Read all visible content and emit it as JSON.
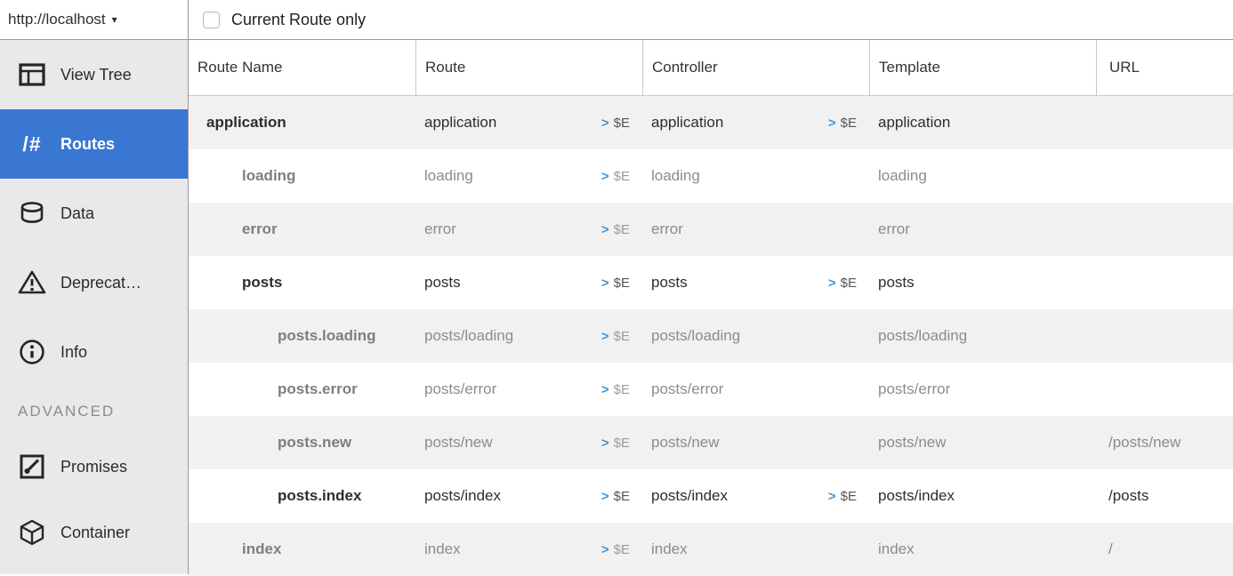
{
  "topbar": {
    "host": "http://localhost",
    "caret": "▾",
    "filter_label": "Current Route only",
    "checkbox_checked": false
  },
  "sidebar": {
    "items": [
      {
        "label": "View Tree",
        "icon": "view-tree-icon",
        "active": false
      },
      {
        "label": "Routes",
        "icon": "routes-icon",
        "icon_glyph": "/#",
        "active": true
      },
      {
        "label": "Data",
        "icon": "database-icon",
        "active": false
      },
      {
        "label": "Deprecat…",
        "icon": "warning-triangle-icon",
        "active": false
      },
      {
        "label": "Info",
        "icon": "info-circle-icon",
        "active": false
      }
    ],
    "section_label": "ADVANCED",
    "advanced_items": [
      {
        "label": "Promises",
        "icon": "stopwatch-icon"
      },
      {
        "label": "Container",
        "icon": "cube-icon"
      }
    ]
  },
  "table": {
    "columns": [
      "Route Name",
      "Route",
      "Controller",
      "Template",
      "URL"
    ],
    "inspect": {
      "chevron": ">",
      "label": "$E"
    },
    "rows": [
      {
        "name": "application",
        "indent": 0,
        "active": true,
        "route": "application",
        "controller": "application",
        "controller_inspect": true,
        "template": "application",
        "url": ""
      },
      {
        "name": "loading",
        "indent": 1,
        "active": false,
        "route": "loading",
        "controller": "loading",
        "controller_inspect": false,
        "template": "loading",
        "url": ""
      },
      {
        "name": "error",
        "indent": 1,
        "active": false,
        "route": "error",
        "controller": "error",
        "controller_inspect": false,
        "template": "error",
        "url": ""
      },
      {
        "name": "posts",
        "indent": 1,
        "active": true,
        "route": "posts",
        "controller": "posts",
        "controller_inspect": true,
        "template": "posts",
        "url": ""
      },
      {
        "name": "posts.loading",
        "indent": 2,
        "active": false,
        "route": "posts/loading",
        "controller": "posts/loading",
        "controller_inspect": false,
        "template": "posts/loading",
        "url": ""
      },
      {
        "name": "posts.error",
        "indent": 2,
        "active": false,
        "route": "posts/error",
        "controller": "posts/error",
        "controller_inspect": false,
        "template": "posts/error",
        "url": ""
      },
      {
        "name": "posts.new",
        "indent": 2,
        "active": false,
        "route": "posts/new",
        "controller": "posts/new",
        "controller_inspect": false,
        "template": "posts/new",
        "url": "/posts/new"
      },
      {
        "name": "posts.index",
        "indent": 2,
        "active": true,
        "route": "posts/index",
        "controller": "posts/index",
        "controller_inspect": true,
        "template": "posts/index",
        "url": "/posts"
      },
      {
        "name": "index",
        "indent": 1,
        "active": false,
        "route": "index",
        "controller": "index",
        "controller_inspect": false,
        "template": "index",
        "url": "/"
      }
    ]
  },
  "colors": {
    "accent_blue": "#3A77D3",
    "chevron_blue": "#3E96D8",
    "sidebar_bg": "#e9e9e9",
    "stripe_bg": "#f1f1f1",
    "divider": "#9a9a9a",
    "active_text": "#2d2d2d",
    "inactive_text": "#8c8c8c"
  }
}
